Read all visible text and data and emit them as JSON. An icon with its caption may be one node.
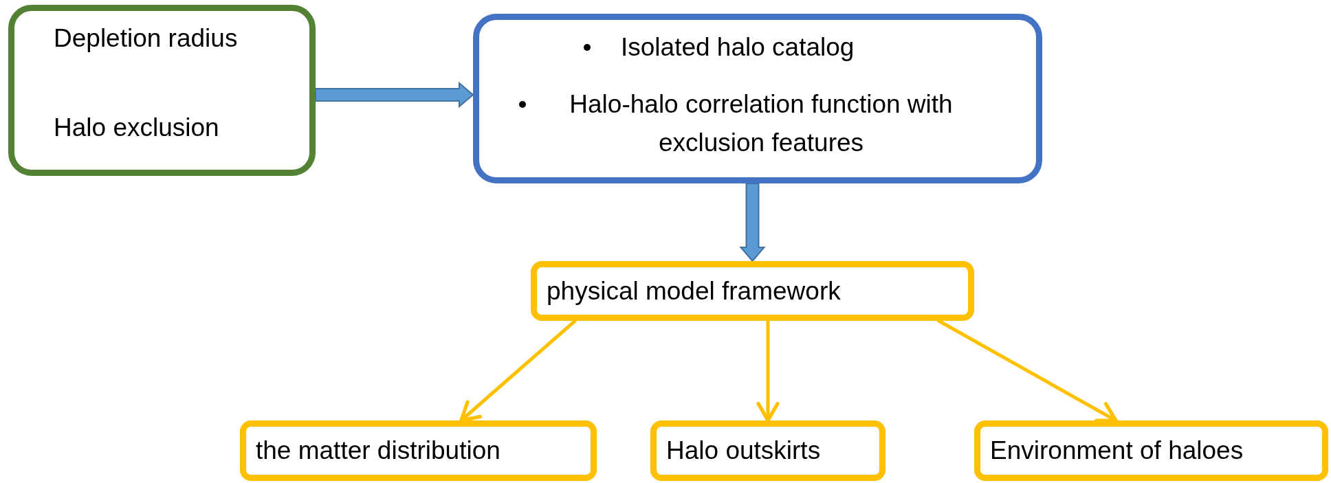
{
  "diagram": {
    "nodes": [
      {
        "text": [
          "Depletion radius",
          "Halo exclusion"
        ]
      },
      {
        "text": [
          "Isolated halo catalog",
          "Halo-halo correlation function with exclusion features"
        ]
      },
      {
        "text": [
          "physical model framework"
        ]
      },
      {
        "text": [
          "the matter distribution"
        ]
      },
      {
        "text": [
          "Halo outskirts"
        ]
      },
      {
        "text": [
          "Environment of haloes"
        ]
      }
    ],
    "edges": [
      {
        "from": 0,
        "to": 1,
        "arrow": "to",
        "style": "thick",
        "color": "#5b9bd5"
      },
      {
        "from": 1,
        "to": 2,
        "arrow": "to",
        "style": "thick",
        "color": "#5b9bd5"
      },
      {
        "from": 2,
        "to": 3,
        "arrow": "to"
      },
      {
        "from": 2,
        "to": 4,
        "arrow": "to"
      },
      {
        "from": 2,
        "to": 5,
        "arrow": "to"
      }
    ]
  }
}
